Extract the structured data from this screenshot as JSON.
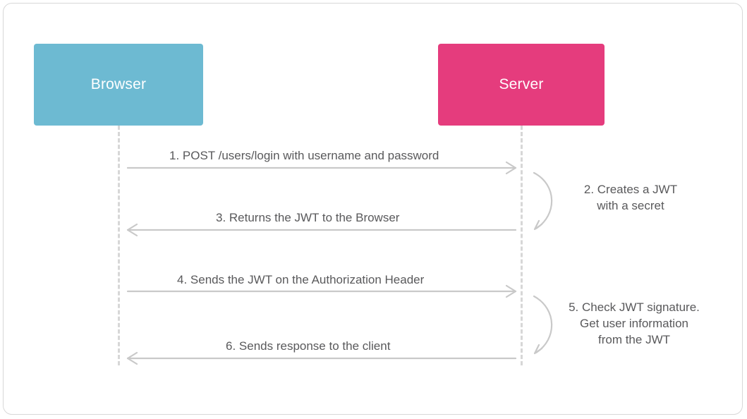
{
  "diagram": {
    "title": "JWT authentication sequence diagram",
    "type": "sequence-diagram",
    "colors": {
      "browser_box": "#6dbad2",
      "server_box": "#e53c7d",
      "arrow": "#c9c9c9",
      "lifeline": "#d7d7d7",
      "text": "#59595b",
      "frame_border": "#d8d8d8",
      "background": "#ffffff"
    },
    "actors": [
      {
        "id": "browser",
        "label": "Browser"
      },
      {
        "id": "server",
        "label": "Server"
      }
    ],
    "messages": [
      {
        "step": "1",
        "text": "1. POST /users/login with username and password",
        "from": "browser",
        "to": "server",
        "direction": "right"
      },
      {
        "step": "2",
        "text": "2. Creates a JWT\nwith a secret",
        "lines": [
          "2. Creates a JWT",
          "with a secret"
        ],
        "from": "server",
        "to": "server",
        "direction": "self-loop"
      },
      {
        "step": "3",
        "text": "3. Returns the JWT to the Browser",
        "from": "server",
        "to": "browser",
        "direction": "left"
      },
      {
        "step": "4",
        "text": "4. Sends the JWT on the Authorization Header",
        "from": "browser",
        "to": "server",
        "direction": "right"
      },
      {
        "step": "5",
        "text": "5. Check JWT signature.\nGet user information\nfrom the JWT",
        "lines": [
          "5. Check JWT signature.",
          "Get user information",
          "from the JWT"
        ],
        "from": "server",
        "to": "server",
        "direction": "self-loop"
      },
      {
        "step": "6",
        "text": "6. Sends response to the client",
        "from": "server",
        "to": "browser",
        "direction": "left"
      }
    ]
  }
}
